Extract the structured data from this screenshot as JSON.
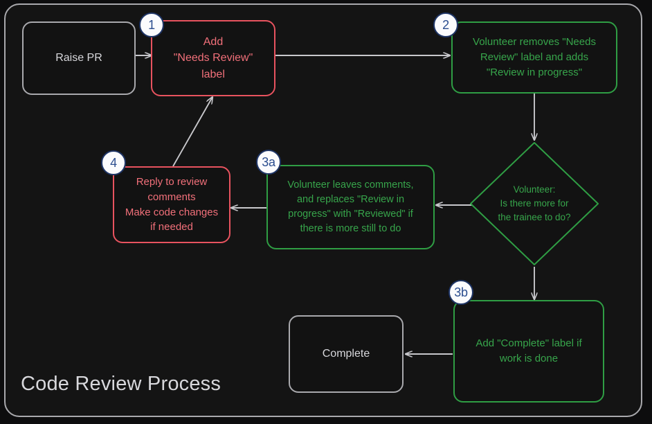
{
  "diagram": {
    "title": "Code Review Process",
    "type": "flowchart",
    "background_color": "#141414",
    "frame_border_color": "#a9a9ad",
    "colors": {
      "red": "#e8535f",
      "red_text": "#f2707a",
      "green": "#2f9e44",
      "green_text": "#37a54b",
      "neutral": "#a9a9ad",
      "neutral_text": "#d8d8dc",
      "badge_fill": "#fbfbfd",
      "badge_border": "#1f3566",
      "badge_text": "#2b4d8f",
      "connector": "#c8c8cc"
    },
    "nodes": [
      {
        "id": "raise-pr",
        "label": "Raise PR",
        "style": "neutral",
        "shape": "rounded-rect"
      },
      {
        "id": "add-label",
        "label": "Add\n\"Needs Review\"\nlabel",
        "style": "red",
        "shape": "rounded-rect",
        "badge": "1"
      },
      {
        "id": "volunteer-takes",
        "label": "Volunteer removes \"Needs\nReview\" label and adds\n\"Review in progress\"",
        "style": "green",
        "shape": "rounded-rect",
        "badge": "2"
      },
      {
        "id": "decision",
        "label": "Volunteer:\nIs there more for\nthe trainee to do?",
        "style": "green",
        "shape": "diamond"
      },
      {
        "id": "leaves-comments",
        "label": "Volunteer leaves comments,\nand replaces \"Review in\nprogress\" with \"Reviewed\" if\nthere is more still to do",
        "style": "green",
        "shape": "rounded-rect",
        "badge": "3a"
      },
      {
        "id": "reply-to-review",
        "label": "Reply to review\ncomments\nMake code changes\nif needed",
        "style": "red",
        "shape": "rounded-rect",
        "badge": "4"
      },
      {
        "id": "add-complete-label",
        "label": "Add \"Complete\" label if\nwork is done",
        "style": "green",
        "shape": "rounded-rect",
        "badge": "3b"
      },
      {
        "id": "complete",
        "label": "Complete",
        "style": "neutral",
        "shape": "rounded-rect"
      }
    ],
    "edges": [
      {
        "from": "raise-pr",
        "to": "add-label"
      },
      {
        "from": "add-label",
        "to": "volunteer-takes"
      },
      {
        "from": "volunteer-takes",
        "to": "decision"
      },
      {
        "from": "decision",
        "to": "leaves-comments"
      },
      {
        "from": "leaves-comments",
        "to": "reply-to-review"
      },
      {
        "from": "reply-to-review",
        "to": "add-label"
      },
      {
        "from": "decision",
        "to": "add-complete-label"
      },
      {
        "from": "add-complete-label",
        "to": "complete"
      }
    ],
    "badges": [
      "1",
      "2",
      "3a",
      "4",
      "3b"
    ]
  }
}
